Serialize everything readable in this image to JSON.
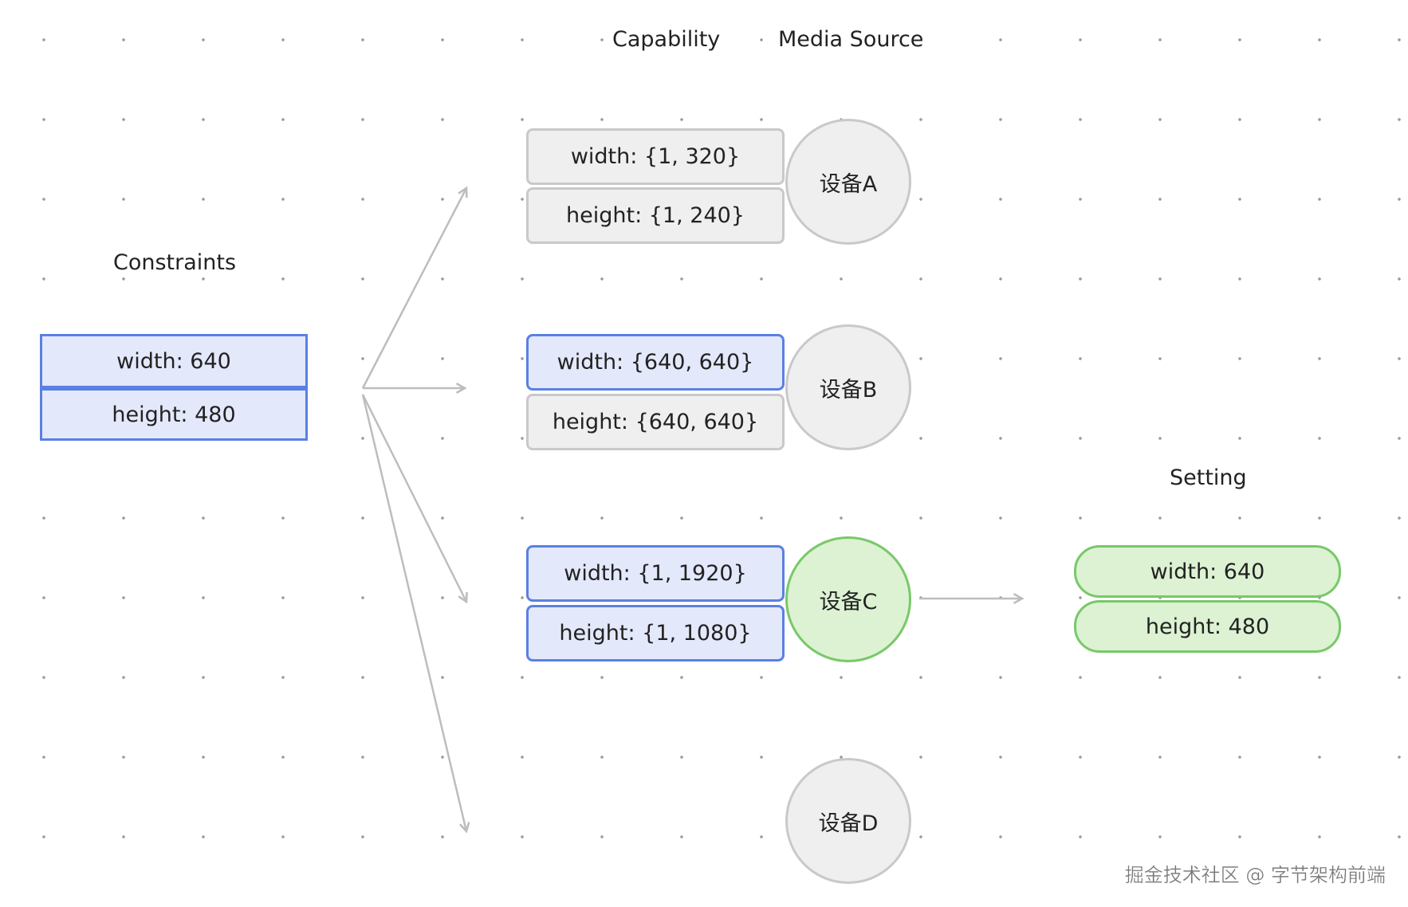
{
  "headers": {
    "constraints": "Constraints",
    "capability": "Capability",
    "media_source": "Media Source",
    "setting": "Setting"
  },
  "constraints": {
    "width": "width: 640",
    "height": "height: 480"
  },
  "devices": [
    {
      "name": "设备A",
      "width": "width: {1, 320}",
      "height": "height: {1, 240}",
      "width_match": false,
      "height_match": false,
      "selected": false
    },
    {
      "name": "设备B",
      "width": "width: {640, 640}",
      "height": "height: {640, 640}",
      "width_match": true,
      "height_match": false,
      "selected": false
    },
    {
      "name": "设备C",
      "width": "width: {1, 1920}",
      "height": "height: {1, 1080}",
      "width_match": true,
      "height_match": true,
      "selected": true
    },
    {
      "name": "设备D",
      "selected": false
    }
  ],
  "setting": {
    "width": "width: 640",
    "height": "height: 480"
  },
  "watermark": "掘金技术社区 @ 字节架构前端",
  "colors": {
    "blue_fill": "#e4e8fb",
    "blue_border": "#5b80e3",
    "gray_fill": "#efefef",
    "gray_border": "#c9c9c9",
    "green_fill": "#dcf2d2",
    "green_border": "#79c86a",
    "arrow": "#bdbdbd"
  }
}
